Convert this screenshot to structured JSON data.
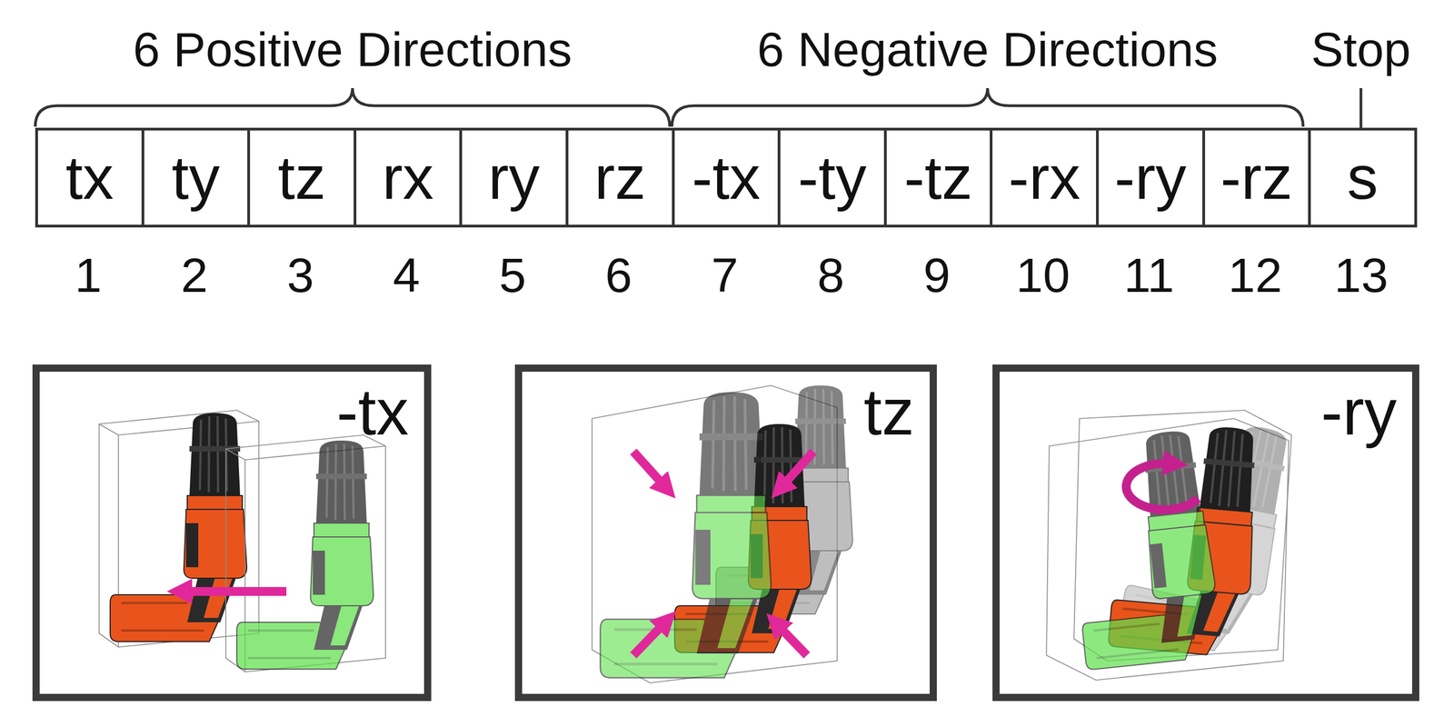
{
  "diagram": {
    "nodes": [
      {
        "text": [
          "tx"
        ]
      },
      {
        "text": [
          "ty"
        ]
      },
      {
        "text": [
          "tz"
        ]
      },
      {
        "text": [
          "rx"
        ]
      },
      {
        "text": [
          "ry"
        ]
      },
      {
        "text": [
          "rz"
        ]
      },
      {
        "text": [
          "-tx"
        ]
      },
      {
        "text": [
          "-ty"
        ]
      },
      {
        "text": [
          "-tz"
        ]
      },
      {
        "text": [
          "-rx"
        ]
      },
      {
        "text": [
          "-ry"
        ]
      },
      {
        "text": [
          "-rz"
        ]
      },
      {
        "text": [
          "s"
        ]
      },
      {
        "text": [
          "-tx"
        ]
      },
      {
        "text": [
          "tz"
        ]
      },
      {
        "text": [
          "-ry"
        ]
      }
    ],
    "labels": [
      "6 Positive Directions",
      "6 Negative Directions",
      "Stop",
      "1",
      "2",
      "3",
      "4",
      "5",
      "6",
      "7",
      "8",
      "9",
      "10",
      "11",
      "12",
      "13"
    ]
  }
}
